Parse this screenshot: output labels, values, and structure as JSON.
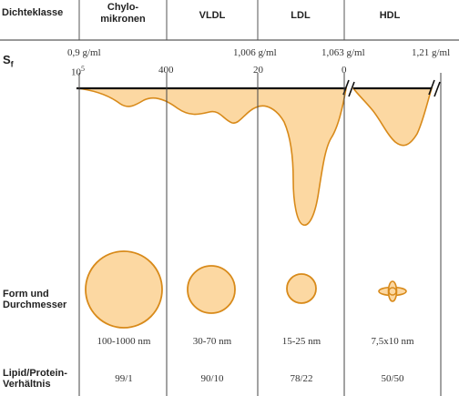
{
  "header": {
    "dichteklasse": "Dichteklasse",
    "columns": [
      {
        "id": "chylo",
        "line1": "Chylo-",
        "line2": "mikronen"
      },
      {
        "id": "vldl",
        "line1": "VLDL"
      },
      {
        "id": "ldl",
        "line1": "LDL"
      },
      {
        "id": "hdl",
        "line1": "HDL"
      }
    ]
  },
  "sf_label": "S",
  "sf_sub": "f",
  "density_labels": [
    "0,9 g/ml",
    "1,006 g/ml",
    "1,063 g/ml",
    "1,21 g/ml"
  ],
  "sf_values": {
    "v1": "10",
    "v1_exp": "5",
    "v2": "400",
    "v3": "20",
    "v4": "0"
  },
  "rows": {
    "form_line1": "Form und",
    "form_line2": "Durchmesser",
    "ratio_line1": "Lipid/Protein-",
    "ratio_line2": "Verhältnis"
  },
  "diameters": [
    "100-1000 nm",
    "30-70 nm",
    "15-25 nm",
    "7,5x10 nm"
  ],
  "ratios": [
    "99/1",
    "90/10",
    "78/22",
    "50/50"
  ],
  "colors": {
    "fill": "#fcd8a2",
    "stroke": "#d88a1a",
    "line": "#111111"
  }
}
